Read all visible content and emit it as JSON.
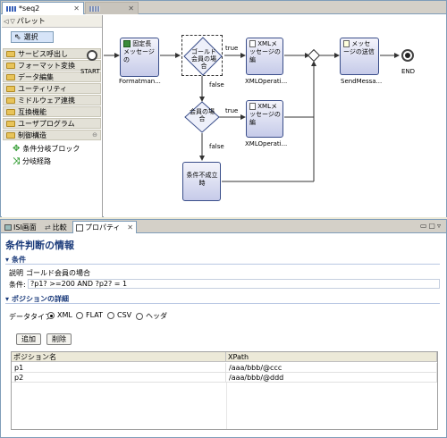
{
  "editor": {
    "tabs": [
      {
        "label": "*seq2",
        "close": "✕"
      },
      {
        "label": "",
        "close": "✕"
      }
    ],
    "palette": {
      "title": "パレット",
      "select": "選択",
      "drawers": [
        "サービス呼出し",
        "フォーマット変換",
        "データ編集",
        "ユーティリティ",
        "ミドルウェア連携",
        "互換機能",
        "ユーザプログラム",
        "制御構造"
      ],
      "items": [
        "条件分岐ブロック",
        "分岐経路"
      ]
    },
    "flow": {
      "start": "START",
      "end": "END",
      "n1": {
        "text": "固定長メッセージの",
        "caption": "Formatman..."
      },
      "d1": {
        "text": "ゴールド会員の場合"
      },
      "n2": {
        "text": "XMLメッセージの編",
        "caption": "XMLOperati..."
      },
      "n3": {
        "text": "メッセージの送信",
        "caption": "SendMessa..."
      },
      "d2": {
        "text": "会員の場合"
      },
      "n4": {
        "text": "XMLメッセージの編",
        "caption": "XMLOperati..."
      },
      "n5": {
        "text": "条件不成立時"
      },
      "true": "true",
      "false": "false"
    }
  },
  "bottom": {
    "tabs": [
      "ISI画面",
      "比較",
      "プロパティ"
    ],
    "title": "条件判断の情報",
    "cond_section": "条件",
    "desc_label": "説明",
    "desc_value": "ゴールド会員の場合",
    "cond_label": "条件:",
    "cond_value": "?p1? >=200 AND ?p2? = 1",
    "pos_section": "ポジションの詳細",
    "datatype_label": "データタイプ",
    "datatypes": [
      "XML",
      "FLAT",
      "CSV",
      "ヘッダ"
    ],
    "add": "追加",
    "delete": "削除",
    "columns": [
      "ポジション名",
      "XPath"
    ],
    "rows": [
      {
        "name": "p1",
        "xpath": "/aaa/bbb/@ccc"
      },
      {
        "name": "p2",
        "xpath": "/aaa/bbb/@ddd"
      }
    ]
  },
  "colors": {
    "accent": "#1a3a7a",
    "node": "#c6cbe9",
    "border": "#7f9db9"
  }
}
